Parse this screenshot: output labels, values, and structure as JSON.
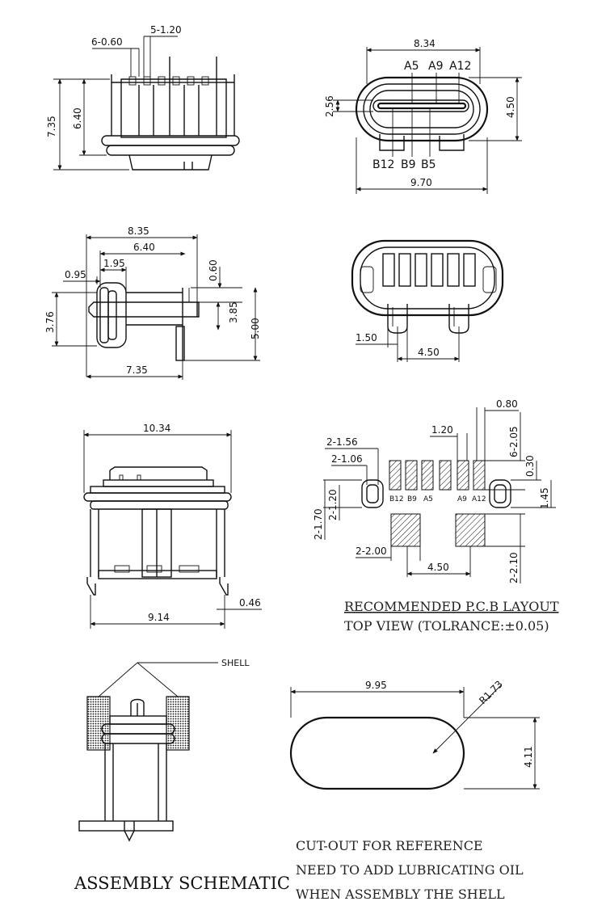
{
  "views": {
    "side_view": {
      "dims": [
        "6-0.60",
        "5-1.20",
        "7.35",
        "6.40"
      ]
    },
    "front_view": {
      "dims": [
        "8.34",
        "2.56",
        "4.50",
        "9.70"
      ],
      "top_pins": [
        "A5",
        "A9",
        "A12"
      ],
      "bottom_pins": [
        "B12",
        "B9",
        "B5"
      ]
    },
    "top_section": {
      "dims": [
        "8.35",
        "6.40",
        "1.95",
        "0.95",
        "0.60",
        "3.76",
        "3.85",
        "5.00",
        "7.35"
      ]
    },
    "rear_view": {
      "dims": [
        "1.50",
        "4.50"
      ]
    },
    "bottom_view": {
      "dims": [
        "10.34",
        "9.14",
        "0.46"
      ]
    },
    "pcb_layout": {
      "dims": [
        "0.80",
        "1.20",
        "6-2.05",
        "2-1.56",
        "2-1.06",
        "0.30",
        "1.45",
        "2-1.70",
        "2-1.20",
        "2-2.00",
        "4.50",
        "2-2.10"
      ],
      "pads": [
        "B12",
        "B9",
        "A5",
        "A9",
        "A12"
      ],
      "caption": "RECOMMENDED P.C.B LAYOUT",
      "subcaption": "TOP VIEW (TOLRANCE:±0.05)"
    },
    "assembly": {
      "label": "SHELL",
      "title": "ASSEMBLY SCHEMATIC"
    },
    "cutout": {
      "dims": [
        "9.95",
        "R1.73",
        "4.11"
      ],
      "notes": [
        "CUT-OUT FOR REFERENCE",
        "NEED TO ADD LUBRICATING OIL",
        "WHEN ASSEMBLY THE SHELL"
      ]
    }
  }
}
